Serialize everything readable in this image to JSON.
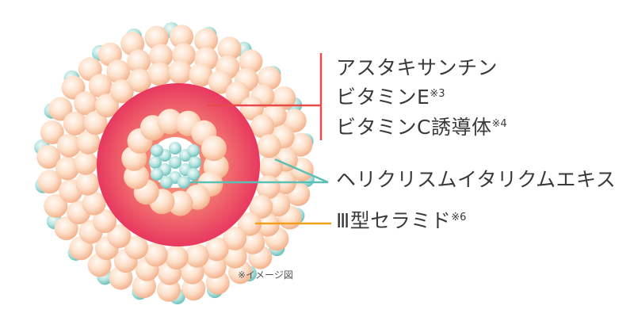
{
  "labels": {
    "astaxanthin": "アスタキサンチン",
    "vitamin_e": "ビタミンE",
    "vitamin_e_note": "※3",
    "vitamin_c_derivative": "ビタミンC誘導体",
    "vitamin_c_derivative_note": "※4",
    "helichrysum_extract": "ヘリクリスムイタリクムエキス",
    "ceramide_3": "Ⅲ型セラミド",
    "ceramide_3_note": "※6"
  },
  "image_note": "※イメージ図",
  "colors": {
    "ceramide_sphere": "#fcd3b7",
    "ceramide_sphere_edge": "#f3a880",
    "extract_sphere": "#a9ded9",
    "extract_sphere_edge": "#6cc2bb",
    "core_center": "#f7a07d",
    "core_edge": "#e8385f",
    "leader_red": "#e84a4a",
    "leader_teal": "#5cbfb4",
    "leader_orange": "#f2a01a",
    "text": "#3a3a3a"
  }
}
